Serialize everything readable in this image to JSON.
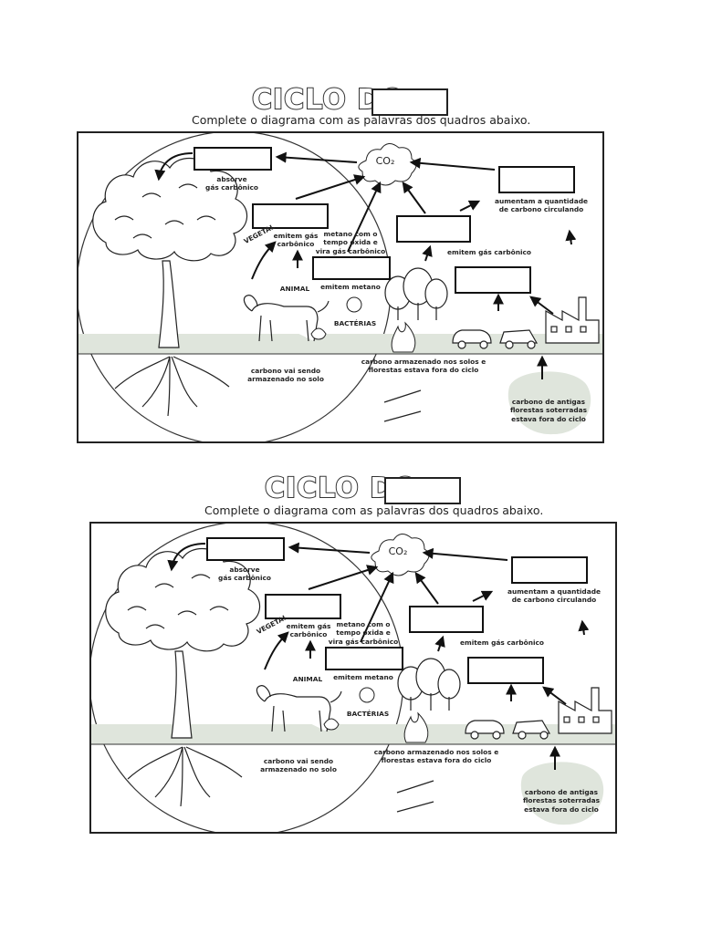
{
  "title_prefix": "CICLO DO",
  "instruction": "Complete o diagrama com as palavras dos quadros abaixo.",
  "co2_label": "CO₂",
  "labels": {
    "absorve": "absorve\ngás carbônico",
    "vegetal": "VEGETAL",
    "emitem_gas": "emitem gás\ncarbônico",
    "metano_oxida": "metano com o\ntempo oxida e\nvira gás carbônico",
    "animal": "ANIMAL",
    "emitem_metano": "emitem metano",
    "bacterias": "BACTÉRIAS",
    "aumentam": "aumentam a quantidade\nde carbono circulando",
    "emitem_gas_right": "emitem gás carbônico",
    "carbono_solo": "carbono vai sendo\narmazenado no solo",
    "carbono_florestas": "carbono armazenado nos solos e\nflorestas estava fora do ciclo",
    "carbono_antigas": "carbono de antigas\nflorestas soterradas\nestava fora do ciclo"
  },
  "colors": {
    "ground": "#dfe5dc",
    "outline": "#222222",
    "blob": "#dfe5dc"
  }
}
